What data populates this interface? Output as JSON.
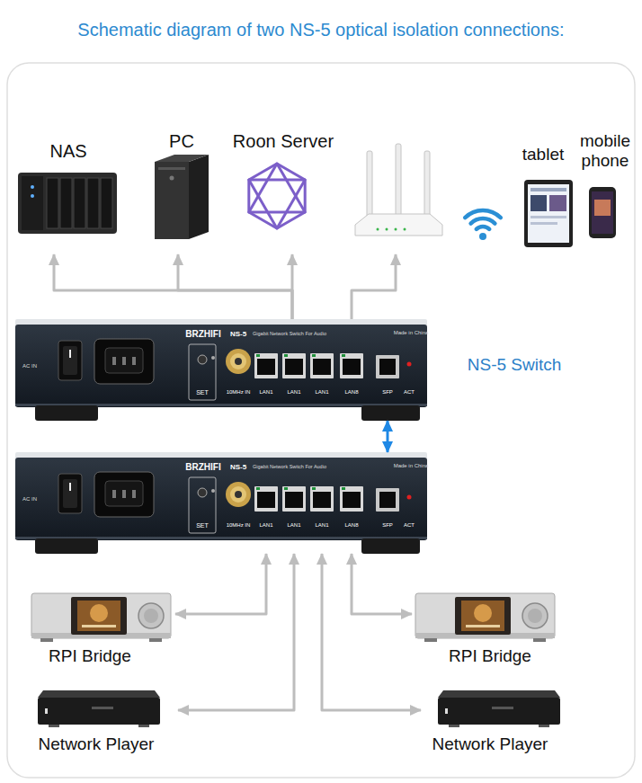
{
  "diagram": {
    "title": "Schematic diagram of two NS-5 optical isolation connections:",
    "nodes": [
      {
        "text": [
          "NAS"
        ]
      },
      {
        "text": [
          "PC"
        ]
      },
      {
        "text": [
          "Roon Server"
        ]
      },
      {
        "text": []
      },
      {
        "text": [
          "tablet"
        ]
      },
      {
        "text": [
          "mobile phone"
        ]
      },
      {
        "text": [
          "BRZHIFI",
          "NS-5",
          "Gigabit Network Switch For Audio",
          "Made in China",
          "AC IN",
          "SET",
          "10MHz IN",
          "LAN1",
          "LAN1",
          "LAN1",
          "LAN8",
          "SFP",
          "ACT",
          "NS-5 Switch"
        ]
      },
      {
        "text": [
          "BRZHIFI",
          "NS-5",
          "Gigabit Network Switch For Audio",
          "Made in China",
          "AC IN",
          "SET",
          "10MHz IN",
          "LAN1",
          "LAN1",
          "LAN1",
          "LAN8",
          "SFP",
          "ACT"
        ]
      },
      {
        "text": [
          "RPI Bridge"
        ]
      },
      {
        "text": [
          "RPI Bridge"
        ]
      },
      {
        "text": [
          "Network Player"
        ]
      },
      {
        "text": [
          "Network Player"
        ]
      }
    ],
    "edges": [
      {
        "from": 6,
        "to": 0,
        "arrow": "to"
      },
      {
        "from": 6,
        "to": 1,
        "arrow": "to"
      },
      {
        "from": 6,
        "to": 2,
        "arrow": "to"
      },
      {
        "from": 6,
        "to": 3,
        "arrow": "to"
      },
      {
        "from": 6,
        "to": 7,
        "arrow": "both"
      },
      {
        "from": 7,
        "to": 8,
        "arrow": "both"
      },
      {
        "from": 7,
        "to": 10,
        "arrow": "both"
      },
      {
        "from": 7,
        "to": 11,
        "arrow": "both"
      },
      {
        "from": 7,
        "to": 9,
        "arrow": "both"
      }
    ]
  }
}
